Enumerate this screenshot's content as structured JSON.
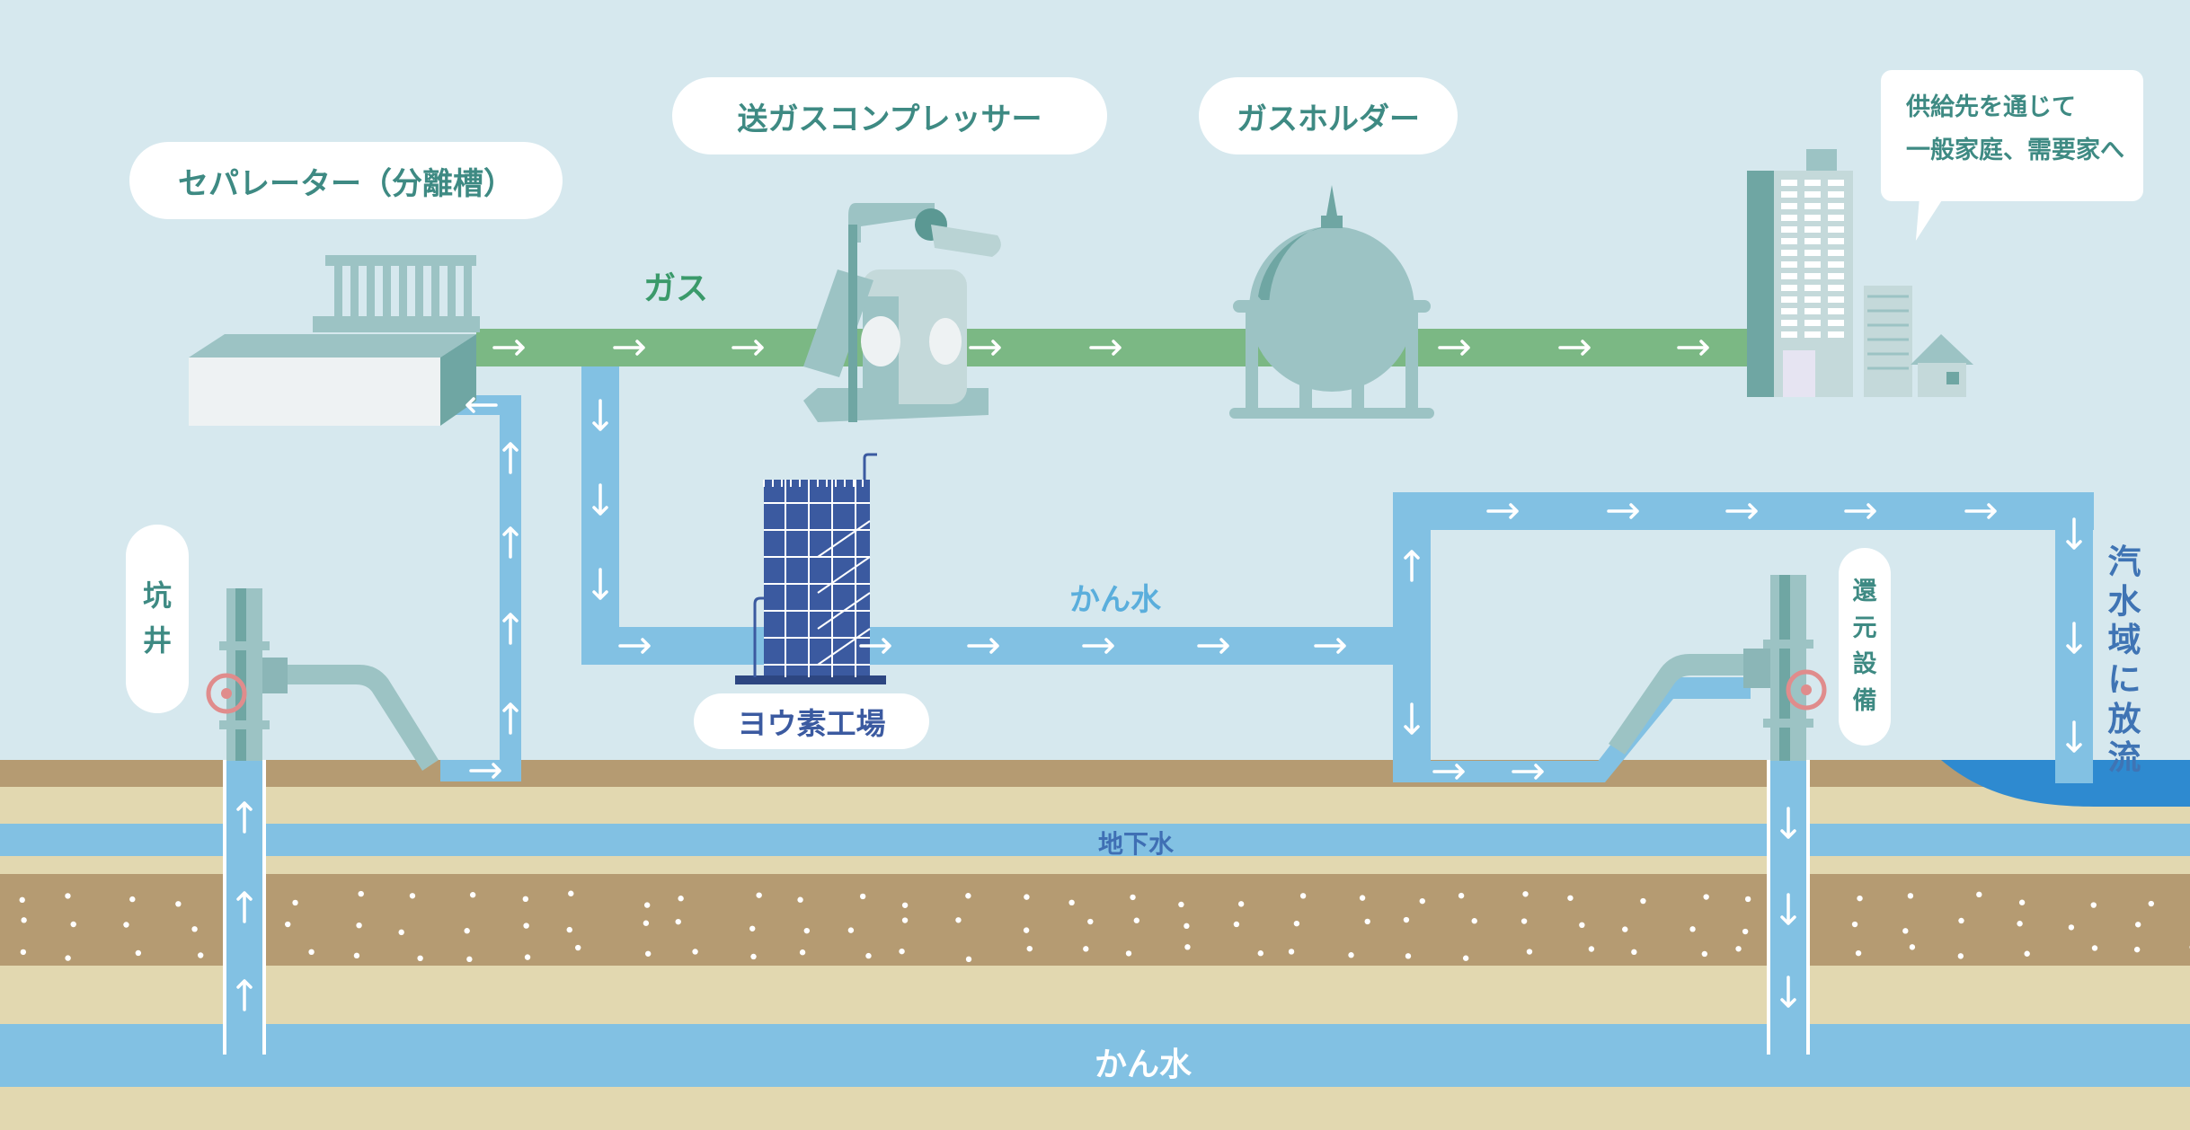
{
  "labels": {
    "separator": "セパレーター（分離槽）",
    "compressor": "送ガスコンプレッサー",
    "gas_holder": "ガスホルダー",
    "supply_line1": "供給先を通じて",
    "supply_line2": "一般家庭、需要家へ",
    "well": [
      "坑",
      "井"
    ],
    "return_facility": [
      "還",
      "元",
      "設",
      "備"
    ],
    "discharge": [
      "汽",
      "水",
      "域",
      "に",
      "放",
      "流"
    ],
    "iodine_plant": "ヨウ素工場",
    "gas_flow": "ガス",
    "brine_flow": "かん水",
    "groundwater": "地下水",
    "brine_layer": "かん水"
  },
  "colors": {
    "sky": "#d6e8ee",
    "gas_pipe": "#7bb884",
    "water_pipe": "#82c1e3",
    "equipment": "#9cc3c4",
    "equipment_dark": "#5b9893",
    "iodine_plant": "#3b5aa0",
    "soil": "#b59b72",
    "sand": "#e2d8b0",
    "sea": "#2e8ad0",
    "label_text": "#3e8a83",
    "gas_text": "#3a9a6a",
    "water_text": "#5aaedc",
    "groundwater_text": "#3f6fb4",
    "valve": "#e08c8c"
  }
}
